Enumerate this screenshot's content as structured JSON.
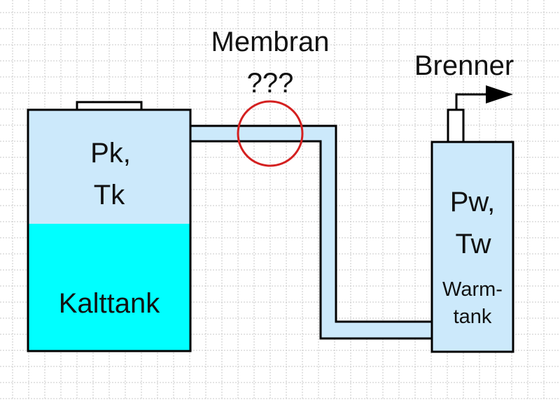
{
  "labels": {
    "membrane_title": "Membran",
    "membrane_question": "???",
    "burner": "Brenner",
    "cold_tank_p": "Pk,",
    "cold_tank_t": "Tk",
    "cold_tank_name": "Kalttank",
    "warm_tank_p": "Pw,",
    "warm_tank_t": "Tw",
    "warm_tank_name_1": "Warm-",
    "warm_tank_name_2": "tank"
  },
  "colors": {
    "gas": "#cce9fb",
    "liquid": "#00ffff",
    "outline": "#000000",
    "membrane_circle": "#d42020",
    "grid": "#c8c8c8"
  }
}
